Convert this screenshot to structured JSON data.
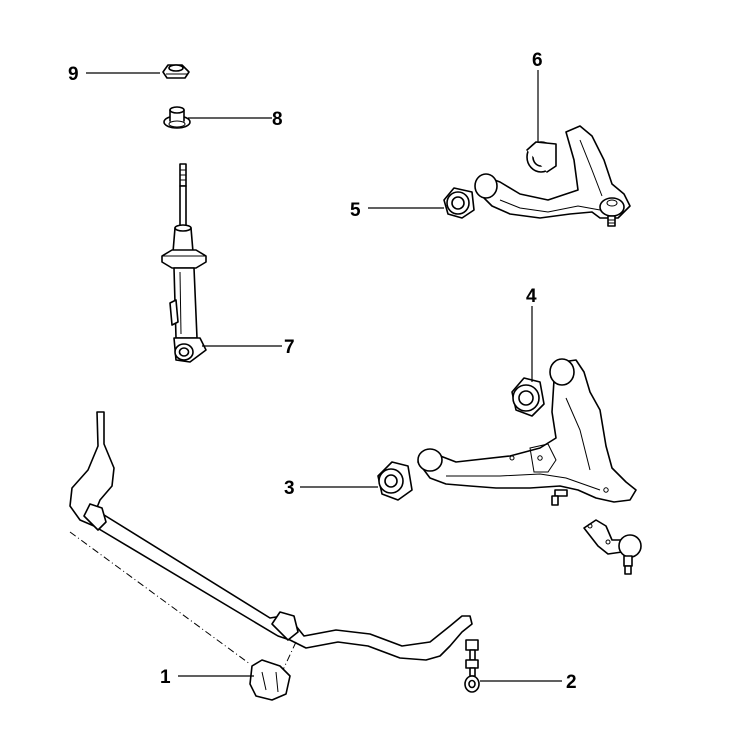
{
  "diagram": {
    "callouts": [
      {
        "number": "1"
      },
      {
        "number": "2"
      },
      {
        "number": "3"
      },
      {
        "number": "4"
      },
      {
        "number": "5"
      },
      {
        "number": "6"
      },
      {
        "number": "7"
      },
      {
        "number": "8"
      },
      {
        "number": "9"
      }
    ]
  }
}
